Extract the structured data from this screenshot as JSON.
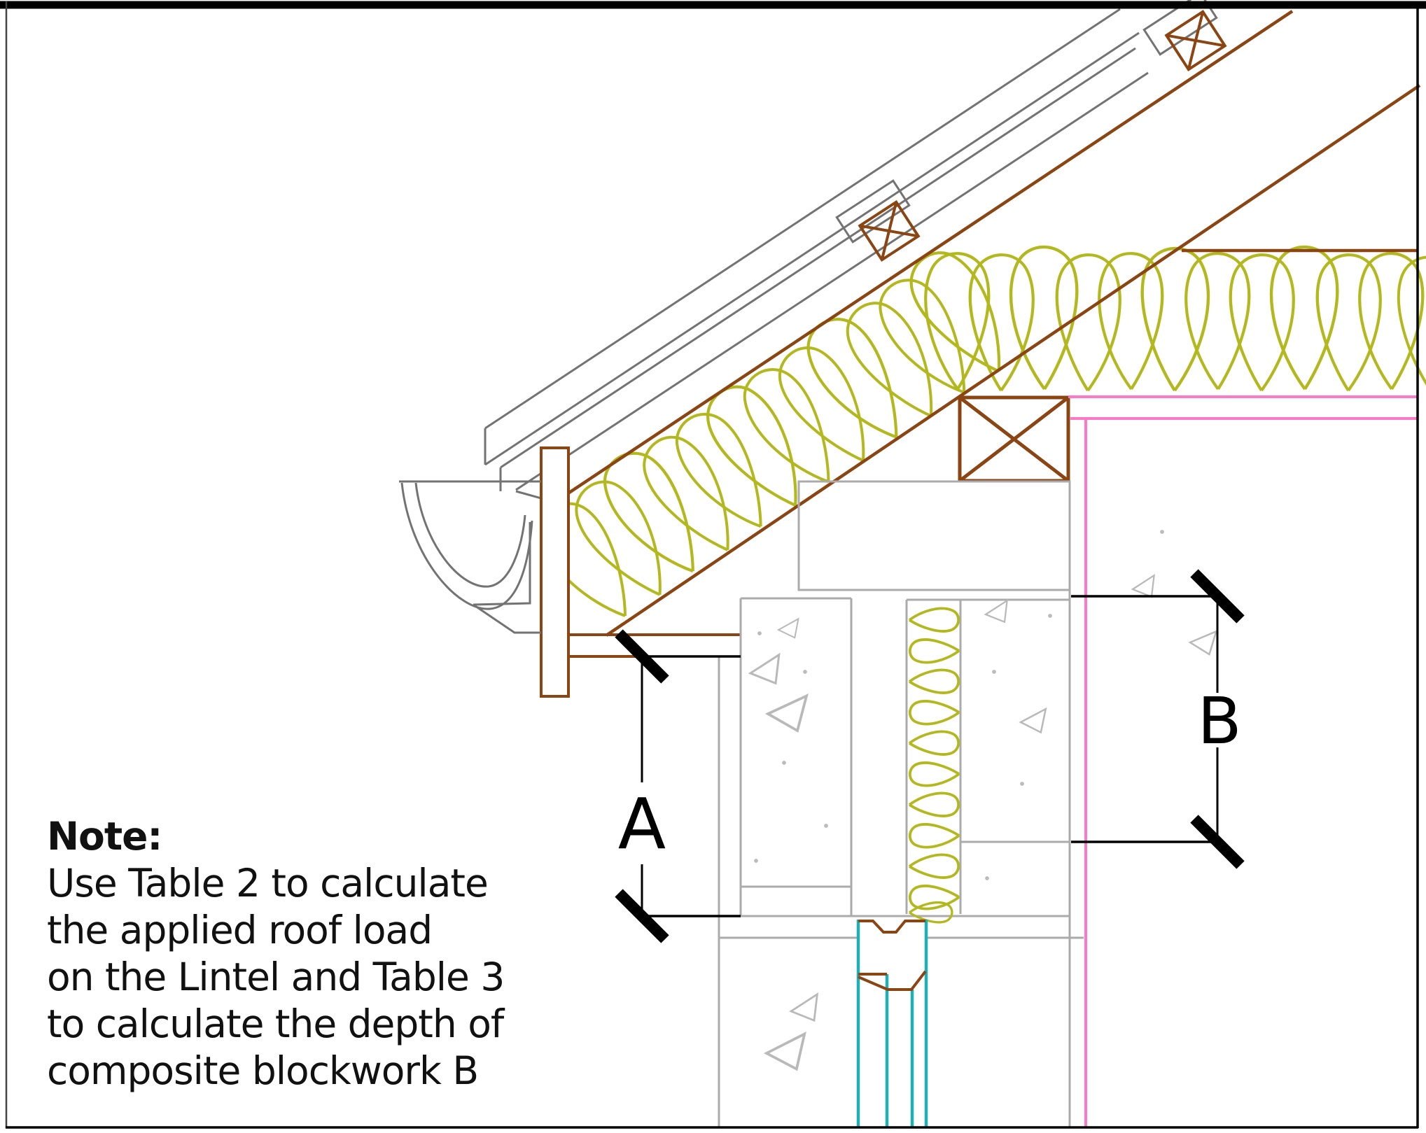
{
  "drawing": {
    "type": "construction-detail-section-eaves-and-cavity-wall",
    "note": {
      "heading": "Note:",
      "line1": "Use Table 2 to calculate",
      "line2": "the applied roof load",
      "line3": "on the Lintel and Table 3",
      "line4": "to calculate the depth of",
      "line5": "composite blockwork B"
    },
    "dimensions": {
      "a_label": "A",
      "b_label": "B"
    },
    "colors": {
      "timber_brown": "#8B4513",
      "insulation_olive": "#b3b81f",
      "dpc_pink": "#ff78c8",
      "window_frame_cyan": "#1fb0b4",
      "blockwork_gray": "#ababab",
      "tile_gray": "#737373",
      "dimension_black": "#000000"
    }
  }
}
